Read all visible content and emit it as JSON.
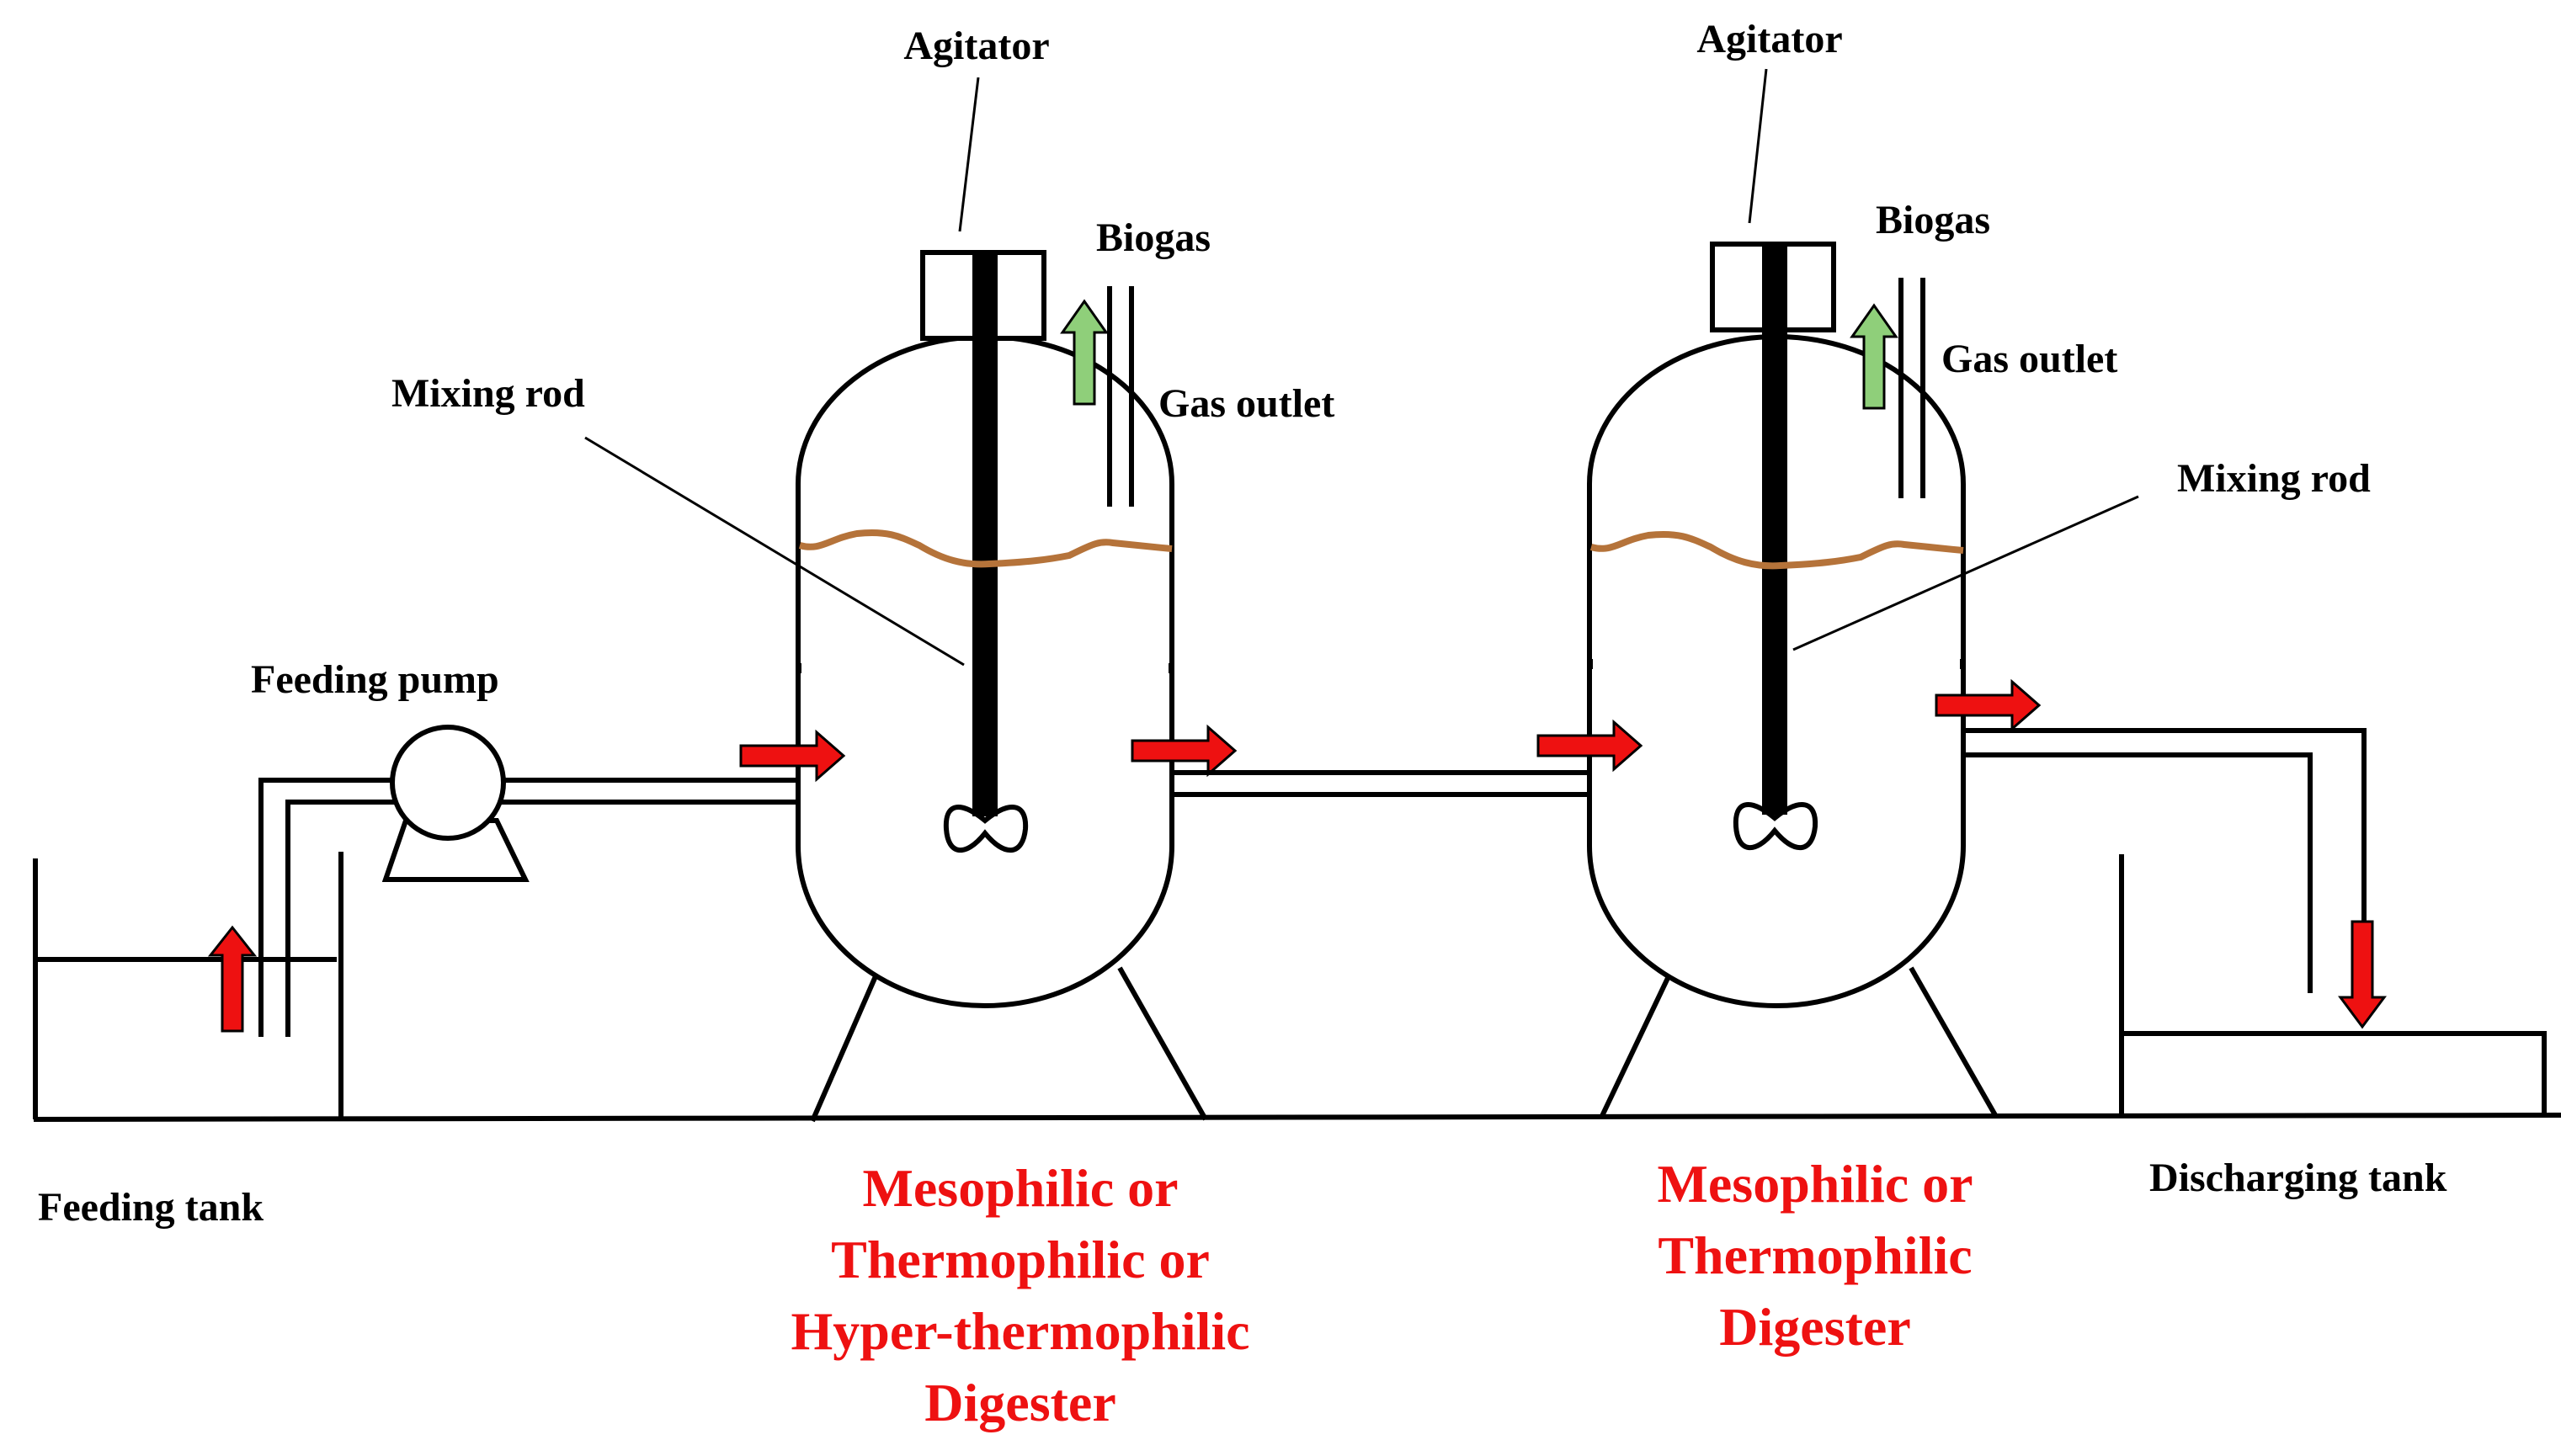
{
  "labels": {
    "agitator_1": "Agitator",
    "agitator_2": "Agitator",
    "biogas_1": "Biogas",
    "biogas_2": "Biogas",
    "gas_outlet_1": "Gas outlet",
    "gas_outlet_2": "Gas outlet",
    "mixing_rod_1": "Mixing rod",
    "mixing_rod_2": "Mixing rod",
    "feeding_pump": "Feeding pump",
    "feeding_tank": "Feeding tank",
    "discharging_tank": "Discharging tank"
  },
  "digester_1": {
    "lines": [
      "Mesophilic or",
      "Thermophilic or",
      "Hyper-thermophilic",
      "Digester"
    ]
  },
  "digester_2": {
    "lines": [
      "Mesophilic or",
      "Thermophilic",
      "Digester"
    ]
  },
  "colors": {
    "flow_arrow": "#ee1111",
    "biogas_arrow": "#8fcf7a",
    "slurry_level": "#b5733a",
    "digester_label": "#ee1111"
  }
}
